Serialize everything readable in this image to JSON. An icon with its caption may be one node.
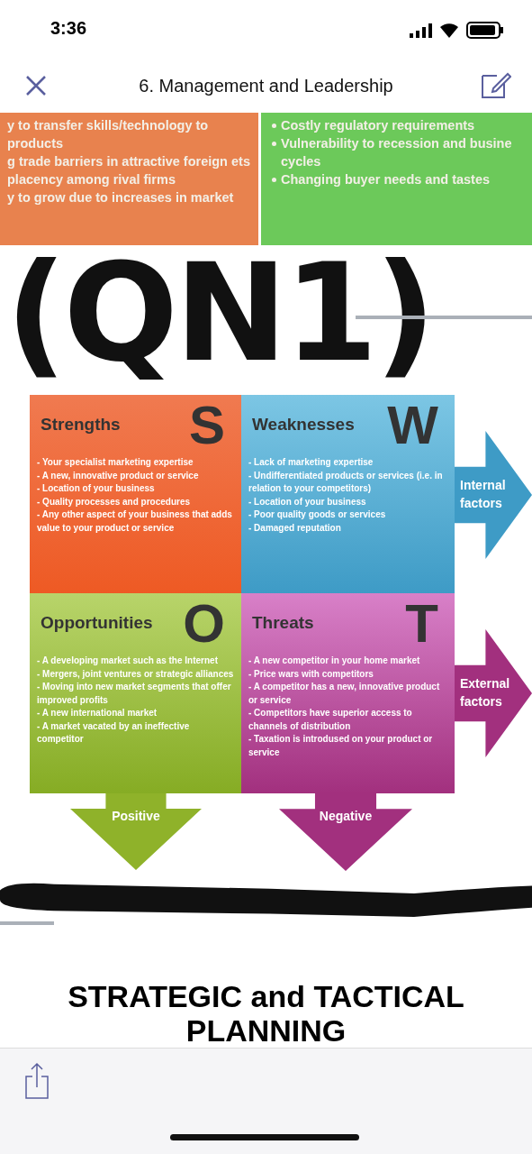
{
  "diagram": {
    "nodes": [
      {
        "text": [
          "y to transfer skills/technology to products",
          "g trade barriers in attractive foreign ets",
          "placency among rival firms",
          "y to grow due to increases in market"
        ]
      },
      {
        "text": [
          "Costly regulatory requirements",
          "Vulnerability to recession and busine cycles",
          "Changing buyer needs and tastes"
        ]
      },
      {
        "text": [
          "Strengths",
          "S",
          "- Your specialist marketing expertise",
          "- A new, innovative product or  service",
          "- Location of your business",
          "- Quality processes and procedures",
          "- Any other aspect of your business that adds value to your product or service"
        ]
      },
      {
        "text": [
          "Weaknesses",
          "W",
          "- Lack of marketing expertise",
          "- Undifferentiated products or services (i.e. in relation to your  competitors)",
          "- Location of your business",
          "- Poor quality goods or services",
          "- Damaged reputation"
        ]
      },
      {
        "text": [
          "Opportunities",
          "O",
          "- A developing market such as the Internet",
          "- Mergers, joint ventures or strategic alliances",
          "- Moving into new market segments that offer improved profits",
          "- A new international market",
          "- A market vacated by an ineffective competitor"
        ]
      },
      {
        "text": [
          "Threats",
          "T",
          "- A new competitor in your home market",
          "- Price wars with competitors",
          "- A competitor has a new, innovative product or service",
          "- Competitors have superior access to channels of distribution",
          "- Taxation is introdused on your product or service"
        ]
      },
      {
        "text": [
          "Internal factors"
        ]
      },
      {
        "text": [
          "External factors"
        ]
      },
      {
        "text": [
          "Positive"
        ]
      },
      {
        "text": [
          "Negative"
        ]
      }
    ],
    "labels": [
      "3:36",
      "6. Management and Leadership",
      "(QN1)",
      "STRATEGIC and TACTICAL PLANNING"
    ]
  }
}
